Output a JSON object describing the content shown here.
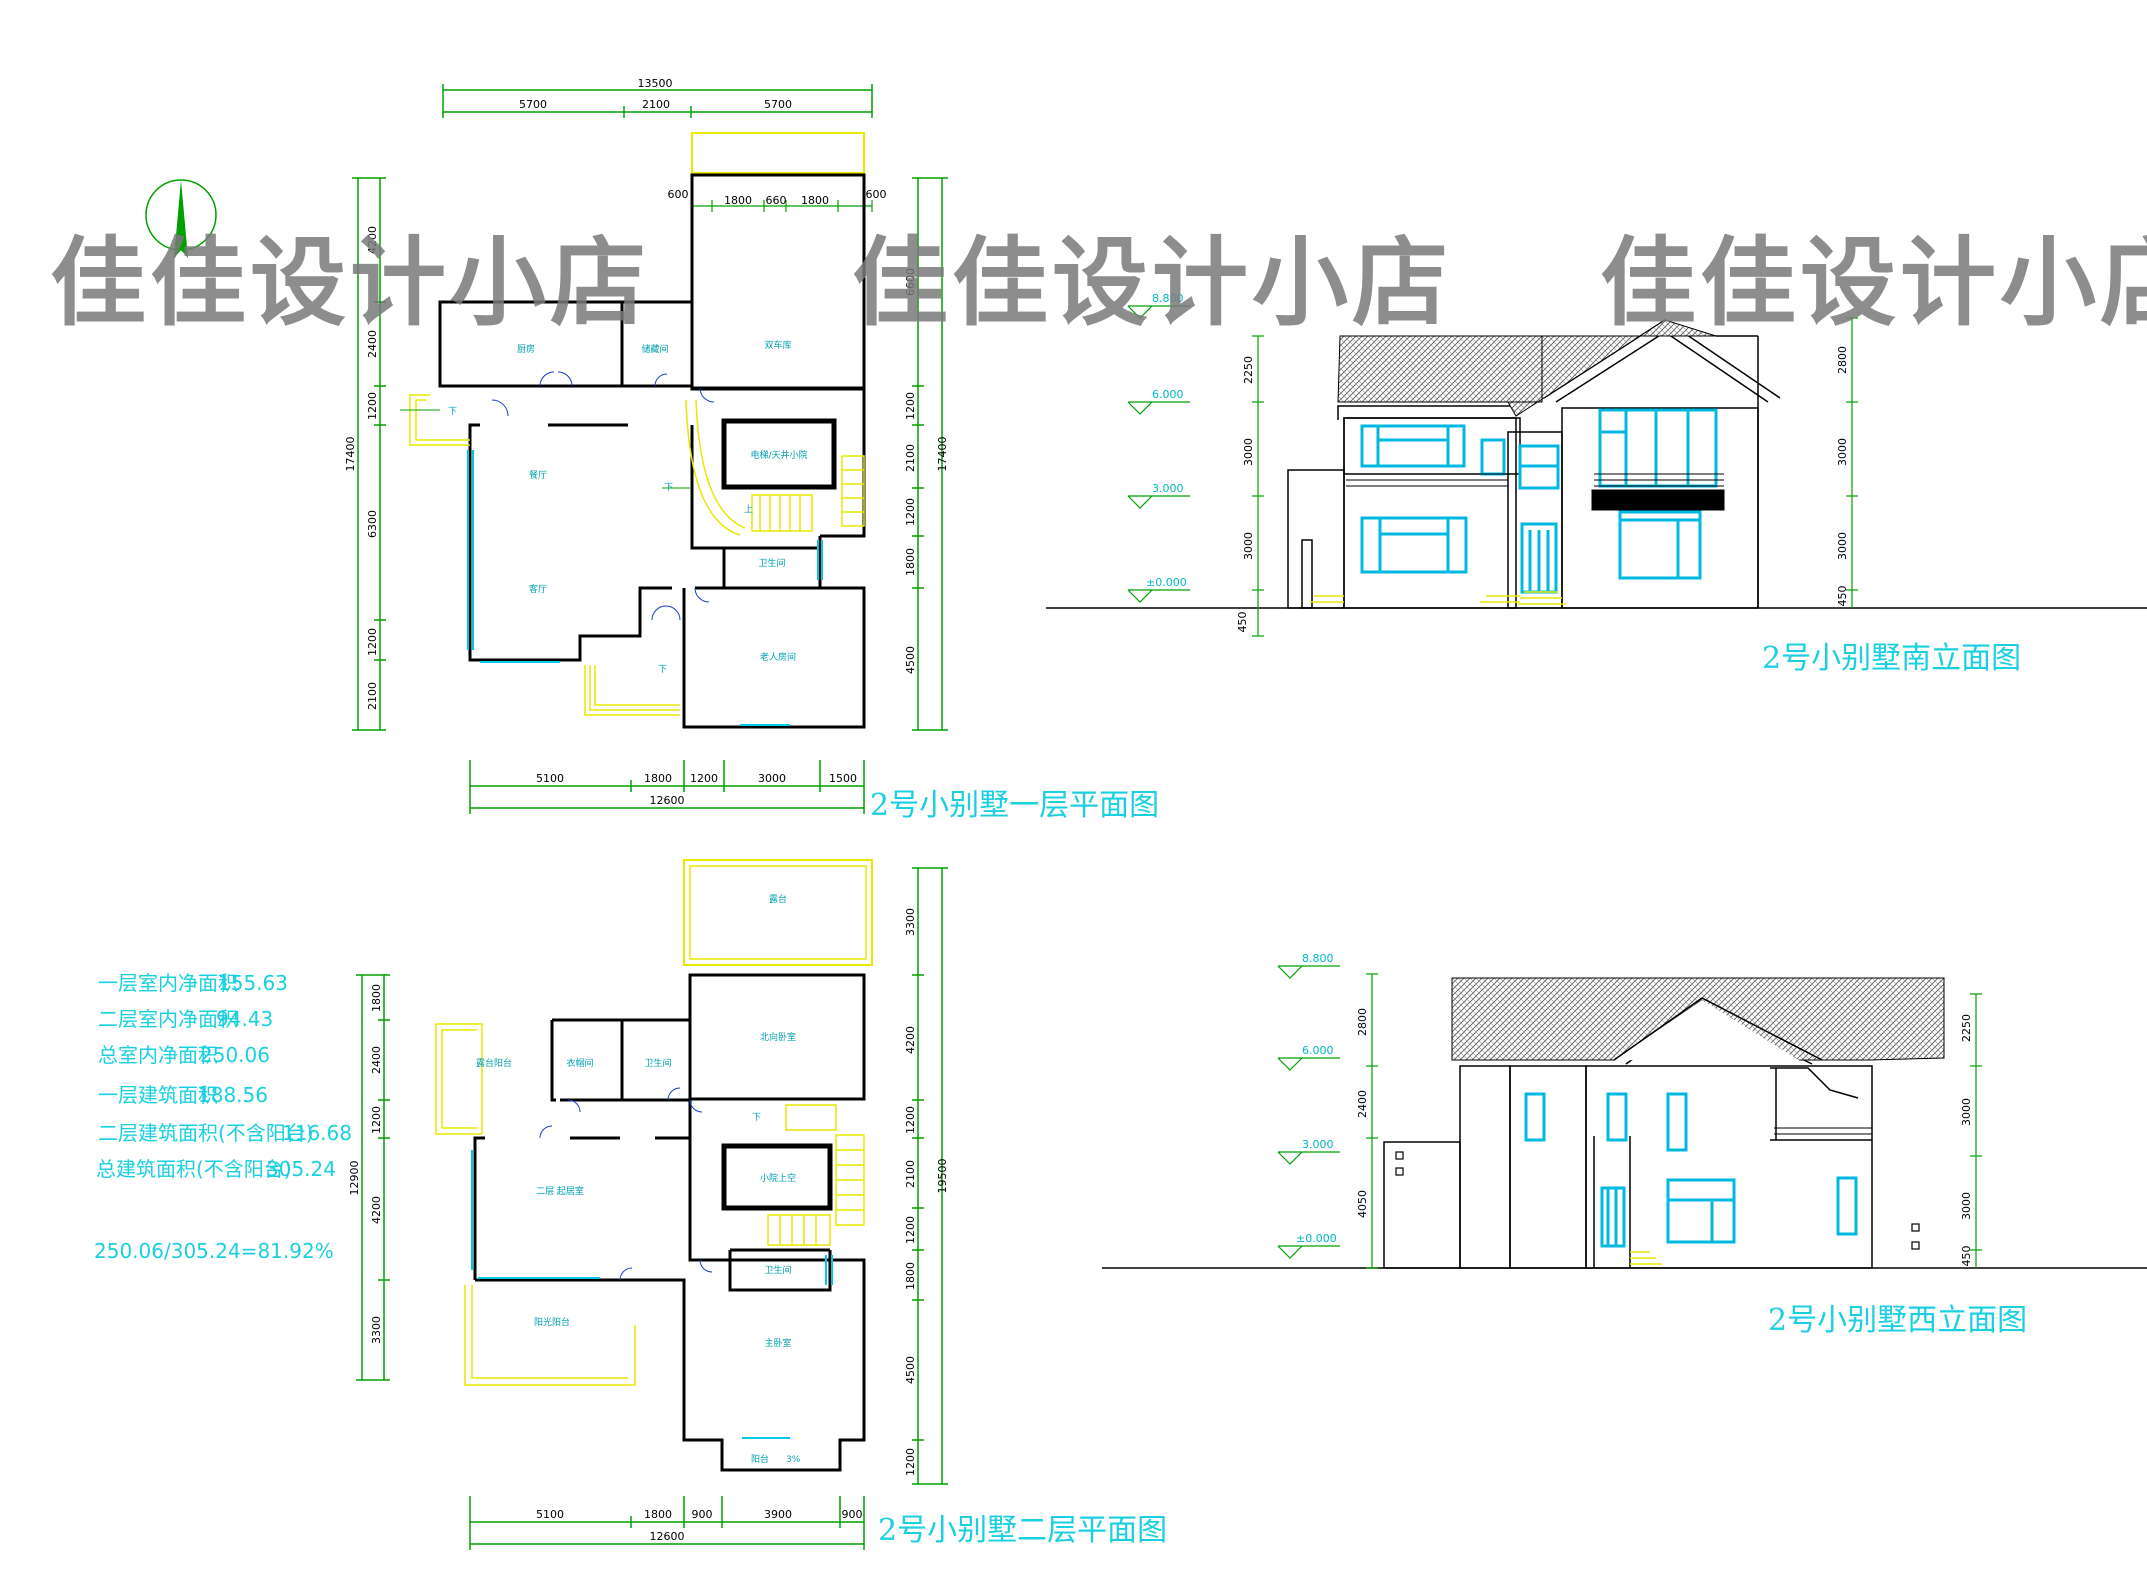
{
  "watermark": "佳佳设计小店",
  "colors": {
    "wall": "#000000",
    "dim": "#00a000",
    "yellow": "#e8e800",
    "cyan": "#00c8e8",
    "title": "#1ad0e0"
  },
  "plan1": {
    "title": "2号小别墅一层平面图",
    "top_total": "13500",
    "top_dims": [
      "5700",
      "2100",
      "5700"
    ],
    "inner_top": [
      "600",
      "1800",
      "660",
      "1800",
      "600"
    ],
    "left_dims": [
      "4200",
      "2400",
      "1200",
      "6300",
      "1200",
      "2100"
    ],
    "left_total": "17400",
    "right_dims": [
      "6600",
      "1200",
      "2100",
      "1200",
      "1800",
      "4500"
    ],
    "right_total": "17400",
    "bottom_dims": [
      "5100",
      "1800",
      "1200",
      "3000",
      "1500"
    ],
    "bottom_total": "12600",
    "rooms": {
      "kitchen": "厨房",
      "storage": "储藏间",
      "garage": "双车库",
      "dining": "餐厅",
      "living": "客厅",
      "stair": "电梯/天井小院",
      "bath": "卫生间",
      "bedroom": "老人房间"
    },
    "down1": "下",
    "down2": "下",
    "down3": "下",
    "up": "上"
  },
  "plan2": {
    "title": "2号小别墅二层平面图",
    "left_dims": [
      "1800",
      "2400",
      "1200",
      "4200",
      "3300"
    ],
    "left_total": "12900",
    "right_dims": [
      "3300",
      "4200",
      "1200",
      "2100",
      "1200",
      "1800",
      "4500",
      "1200"
    ],
    "right_total": "19500",
    "bottom_dims": [
      "5100",
      "1800",
      "900",
      "3900",
      "900"
    ],
    "bottom_total": "12600",
    "rooms": {
      "terrace": "露台",
      "master2": "北向卧室",
      "balcony_top": "露台阳台",
      "closet": "衣帽间",
      "bath_a": "卫生间",
      "hall": "二层  起居室",
      "stair": "小院上空",
      "bath_b": "卫生间",
      "balcony_big": "阳光阳台",
      "master": "主卧室",
      "balcony_small": "阳台"
    },
    "down": "下",
    "small_label": "3%"
  },
  "stats": [
    {
      "label": "一层室内净面积",
      "value": "155.63"
    },
    {
      "label": "二层室内净面积",
      "value": "94.43"
    },
    {
      "label": "总室内净面积",
      "value": "250.06"
    },
    {
      "label": "一层建筑面积",
      "value": "188.56"
    },
    {
      "label": "二层建筑面积(不含阳台)",
      "value": "116.68"
    },
    {
      "label": "总建筑面积(不含阳台)",
      "value": "305.24"
    }
  ],
  "ratio": "250.06/305.24=81.92%",
  "south": {
    "title": "2号小别墅南立面图",
    "levels": [
      "8.800",
      "6.000",
      "3.000",
      "±0.000"
    ],
    "left_dims": [
      "2250",
      "3000",
      "3000",
      "450"
    ],
    "right_dims": [
      "2800",
      "3000",
      "3000",
      "450"
    ]
  },
  "west": {
    "title": "2号小别墅西立面图",
    "levels": [
      "8.800",
      "6.000",
      "3.000",
      "±0.000"
    ],
    "left_dims": [
      "2800",
      "2400",
      "4050"
    ],
    "right_dims": [
      "2250",
      "3000",
      "3000",
      "450"
    ]
  }
}
